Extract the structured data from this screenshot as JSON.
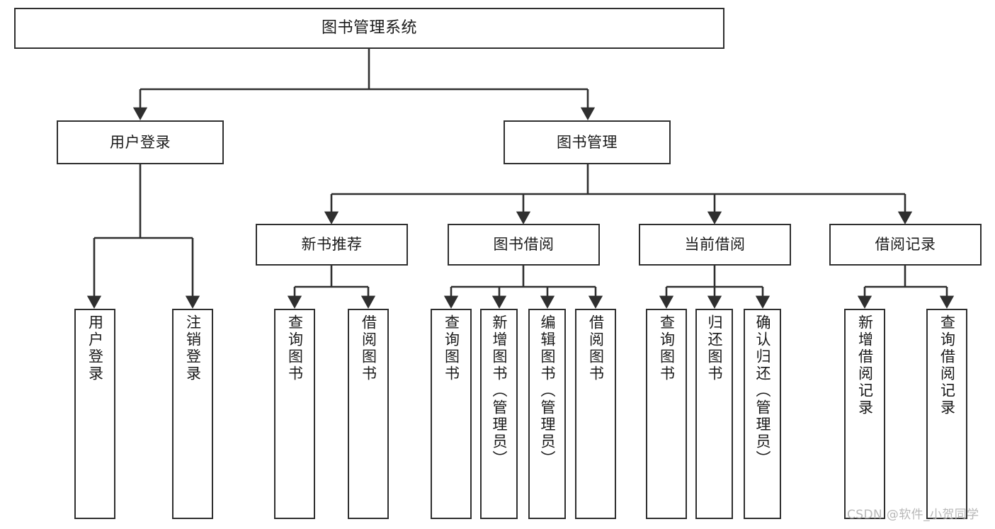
{
  "diagram": {
    "type": "tree-hierarchy-diagram",
    "title": "图书管理系统",
    "stroke_color": "#2f2f2f",
    "fill_color": "#ffffff",
    "text_color": "#1a1a1a",
    "levels": [
      {
        "level": 1,
        "nodes": [
          {
            "id": "root",
            "label": "图书管理系统",
            "orientation": "horizontal"
          }
        ]
      },
      {
        "level": 2,
        "nodes": [
          {
            "id": "login",
            "label": "用户登录",
            "orientation": "horizontal",
            "parent": "root"
          },
          {
            "id": "bookmgmt",
            "label": "图书管理",
            "orientation": "horizontal",
            "parent": "root"
          }
        ]
      },
      {
        "level": 3,
        "nodes": [
          {
            "id": "newbook",
            "label": "新书推荐",
            "orientation": "horizontal",
            "parent": "bookmgmt"
          },
          {
            "id": "borrow",
            "label": "图书借阅",
            "orientation": "horizontal",
            "parent": "bookmgmt"
          },
          {
            "id": "current",
            "label": "当前借阅",
            "orientation": "horizontal",
            "parent": "bookmgmt"
          },
          {
            "id": "records",
            "label": "借阅记录",
            "orientation": "horizontal",
            "parent": "bookmgmt"
          }
        ]
      },
      {
        "level": 4,
        "nodes": [
          {
            "id": "leaf1",
            "label": "用户登录",
            "orientation": "vertical",
            "parent": "login"
          },
          {
            "id": "leaf2",
            "label": "注销登录",
            "orientation": "vertical",
            "parent": "login"
          },
          {
            "id": "leaf3",
            "label": "查询图书",
            "orientation": "vertical",
            "parent": "newbook"
          },
          {
            "id": "leaf4",
            "label": "借阅图书",
            "orientation": "vertical",
            "parent": "newbook"
          },
          {
            "id": "leaf5",
            "label": "查询图书",
            "orientation": "vertical",
            "parent": "borrow"
          },
          {
            "id": "leaf6",
            "label": "新增图书（管理员）",
            "orientation": "vertical",
            "parent": "borrow"
          },
          {
            "id": "leaf7",
            "label": "编辑图书（管理员）",
            "orientation": "vertical",
            "parent": "borrow"
          },
          {
            "id": "leaf8",
            "label": "借阅图书",
            "orientation": "vertical",
            "parent": "borrow"
          },
          {
            "id": "leaf9",
            "label": "查询图书",
            "orientation": "vertical",
            "parent": "current"
          },
          {
            "id": "leaf10",
            "label": "归还图书",
            "orientation": "vertical",
            "parent": "current"
          },
          {
            "id": "leaf11",
            "label": "确认归还（管理员）",
            "orientation": "vertical",
            "parent": "current"
          },
          {
            "id": "leaf12",
            "label": "新增借阅记录",
            "orientation": "vertical",
            "parent": "records"
          },
          {
            "id": "leaf13",
            "label": "查询借阅记录",
            "orientation": "vertical",
            "parent": "records"
          }
        ]
      }
    ]
  },
  "watermark": {
    "text": "CSDN @软件_小贺同学"
  }
}
